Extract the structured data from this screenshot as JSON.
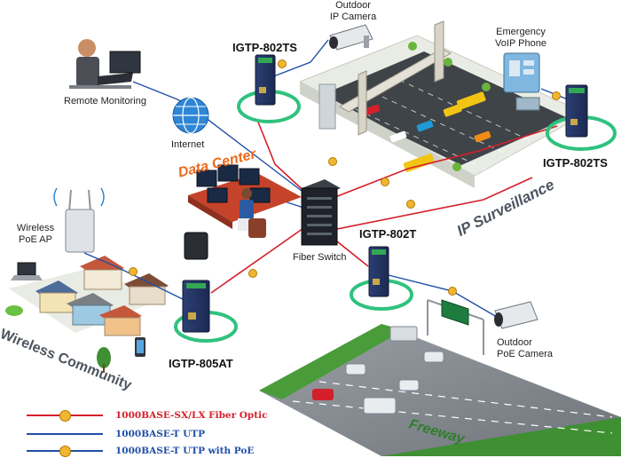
{
  "labels": {
    "remote_monitoring": "Remote Monitoring",
    "internet": "Internet",
    "outdoor_ip_camera_l1": "Outdoor",
    "outdoor_ip_camera_l2": "IP Camera",
    "emergency_phone_l1": "Emergency",
    "emergency_phone_l2": "VoIP Phone",
    "data_center": "Data Center",
    "fiber_switch": "Fiber Switch",
    "wireless_ap_l1": "Wireless",
    "wireless_ap_l2": "PoE AP",
    "outdoor_poe_camera_l1": "Outdoor",
    "outdoor_poe_camera_l2": "PoE Camera",
    "ip_surveillance": "IP Surveillance",
    "wireless_community": "Wireless Community",
    "freeway": "Freeway"
  },
  "devices": {
    "igtp_802ts_left": "IGTP-802TS",
    "igtp_802ts_right": "IGTP-802TS",
    "igtp_802t": "IGTP-802T",
    "igtp_805at": "IGTP-805AT"
  },
  "legend": [
    {
      "text": "1000BASE-SX/LX Fiber Optic",
      "line_color": "#d4202a",
      "text_color": "#d4202a",
      "dot": false
    },
    {
      "text": "1000BASE-T UTP",
      "line_color": "#1f4fa8",
      "text_color": "#1f4fa8",
      "dot": false
    },
    {
      "text": "1000BASE-T UTP with PoE",
      "line_color": "#1f4fa8",
      "text_color": "#1f4fa8",
      "dot": true
    }
  ],
  "colors": {
    "fiber": "#d4202a",
    "utp": "#1f4fa8",
    "poe_marker": "#f2b531",
    "highlight_ring": "#2fc27e",
    "data_center_text": "#ee6a1a",
    "freeway_text": "#2f7e2a"
  },
  "icons": [
    "laptop-icon",
    "globe-icon",
    "server-rack-icon",
    "switch-icon",
    "camera-icon",
    "phone-icon",
    "access-point-icon"
  ]
}
